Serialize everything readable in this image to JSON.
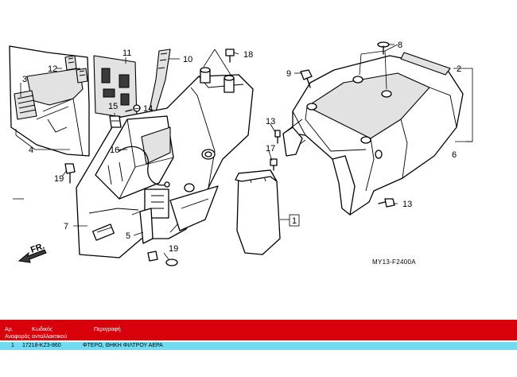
{
  "diagram": {
    "code": "MY13-F2400A",
    "fr_label": "FR.",
    "callouts": {
      "c1": "1",
      "c2": "2",
      "c3": "3",
      "c4": "4",
      "c5": "5",
      "c6": "6",
      "c7": "7",
      "c8": "8",
      "c9": "9",
      "c10": "10",
      "c11": "11",
      "c12": "12",
      "c13a": "13",
      "c13b": "13",
      "c14": "14",
      "c15": "15",
      "c16": "16",
      "c17": "17",
      "c18": "18",
      "c19a": "19",
      "c19b": "19"
    }
  },
  "table": {
    "headers": {
      "ref": "Αρ.",
      "ref2": "Αναφοράς",
      "code": "Κωδικός",
      "code2": "ανταλλακτικού",
      "desc": "Περιγραφή"
    },
    "rows": [
      {
        "ref": "1",
        "code": "17218-KZ3-860",
        "desc": "ΦΤΕΡΟ, ΘΗΚΗ ΦΙΛΤΡΟΥ ΑΕΡΑ"
      }
    ]
  },
  "colors": {
    "header_bg": "#d8000b",
    "row_bg": "#73dbf0"
  }
}
